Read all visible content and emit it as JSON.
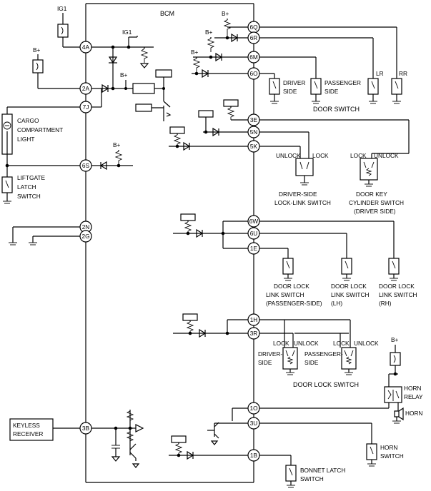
{
  "module": {
    "label": "BCM"
  },
  "supplies": {
    "ig1": "IG1",
    "bplus": "B+"
  },
  "pins": {
    "p4A": "4A",
    "p2A": "2A",
    "p7J": "7J",
    "p6S": "6S",
    "p2N": "2N",
    "p2G": "2G",
    "p3B": "3B",
    "p6Q": "6Q",
    "p6R": "6R",
    "p6M": "6M",
    "p6O": "6O",
    "p3E": "3E",
    "p5N": "5N",
    "p5K": "5K",
    "p6W": "6W",
    "p6U": "6U",
    "p1E": "1E",
    "p1H": "1H",
    "p3R": "3R",
    "p1O": "1O",
    "p3U": "3U",
    "p1B": "1B"
  },
  "components": {
    "cargo_light": [
      "CARGO",
      "COMPARTMENT",
      "LIGHT"
    ],
    "liftgate": [
      "LIFTGATE",
      "LATCH",
      "SWITCH"
    ],
    "keyless": [
      "KEYLESS",
      "RECEIVER"
    ],
    "driver_side": [
      "DRIVER",
      "SIDE"
    ],
    "passenger_side": [
      "PASSENGER",
      "SIDE"
    ],
    "lr": "LR",
    "rr": "RR",
    "door_switch": "DOOR SWITCH",
    "unlock": "UNLOCK",
    "lock": "LOCK",
    "lock_link": [
      "DRIVER-SIDE",
      "LOCK-LINK SWITCH"
    ],
    "door_key": [
      "DOOR KEY",
      "CYLINDER SWITCH",
      "(DRIVER SIDE)"
    ],
    "dlls_pass": [
      "DOOR LOCK",
      "LINK SWITCH",
      "(PASSENGER-SIDE)"
    ],
    "dlls_lh": [
      "DOOR LOCK",
      "LINK SWITCH",
      "(LH)"
    ],
    "dlls_rh": [
      "DOOR LOCK",
      "LINK SWITCH",
      "(RH)"
    ],
    "dl_driver": [
      "DRIVER-",
      "SIDE"
    ],
    "dl_passenger": [
      "PASSENGER-",
      "SIDE"
    ],
    "door_lock_switch": "DOOR LOCK SWITCH",
    "horn_relay": [
      "HORN",
      "RELAY"
    ],
    "horn": "HORN",
    "horn_switch": [
      "HORN",
      "SWITCH"
    ],
    "bonnet": [
      "BONNET LATCH",
      "SWITCH"
    ]
  }
}
